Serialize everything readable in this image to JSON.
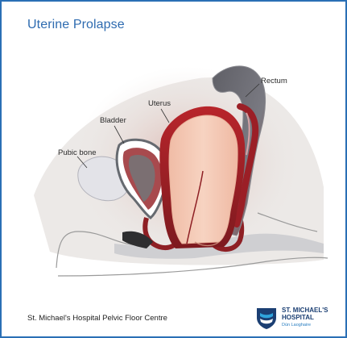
{
  "title": "Uterine Prolapse",
  "labels": {
    "rectum": "Rectum",
    "uterus": "Uterus",
    "bladder": "Bladder",
    "pubic_bone": "Pubic bone"
  },
  "footer": "St. Michael's Hospital Pelvic Floor Centre",
  "logo": {
    "line1": "ST. MICHAEL'S",
    "line2": "HOSPITAL",
    "location": "Dún Laoghaire"
  },
  "colors": {
    "frame": "#2a6fb5",
    "title": "#2e6bb0",
    "uterus_fill": "#f4c9b4",
    "tissue_dark": "#8e1f24",
    "bowel": "#6f6f75"
  }
}
